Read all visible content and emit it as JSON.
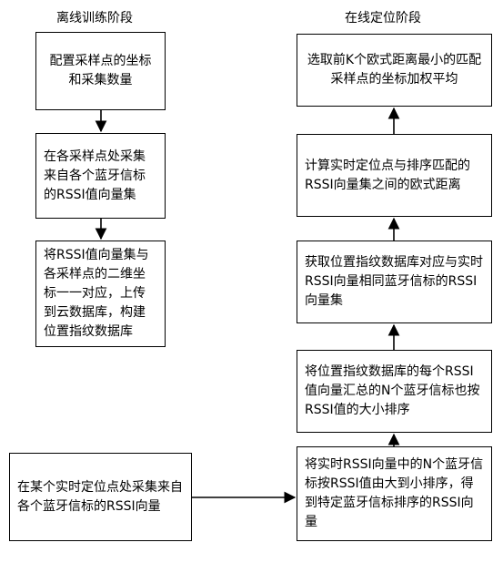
{
  "left_column": {
    "heading": "离线训练阶段",
    "steps": [
      {
        "text": "配置采样点的坐标和采集数量"
      },
      {
        "text": "在各采样点处采集来自各个蓝牙信标的RSSI值向量集"
      },
      {
        "text": "将RSSI值向量集与各采样点的二维坐标一一对应，上传到云数据库，构建位置指纹数据库"
      }
    ]
  },
  "bottom_left": {
    "text": "在某个实时定位点处采集来自各个蓝牙信标的RSSI向量"
  },
  "right_column": {
    "heading": "在线定位阶段",
    "steps": [
      {
        "text": "选取前K个欧式距离最小的匹配采样点的坐标加权平均"
      },
      {
        "text": "计算实时定位点与排序匹配的RSSI向量集之间的欧式距离"
      },
      {
        "text": "获取位置指纹数据库对应与实时RSSI向量相同蓝牙信标的RSSI向量集"
      },
      {
        "text": "将位置指纹数据库的每个RSSI值向量汇总的N个蓝牙信标也按RSSI值的大小排序"
      },
      {
        "text": "将实时RSSI向量中的N个蓝牙信标按RSSI值由大到小排序，得到特定蓝牙信标排序的RSSI向量"
      }
    ]
  }
}
